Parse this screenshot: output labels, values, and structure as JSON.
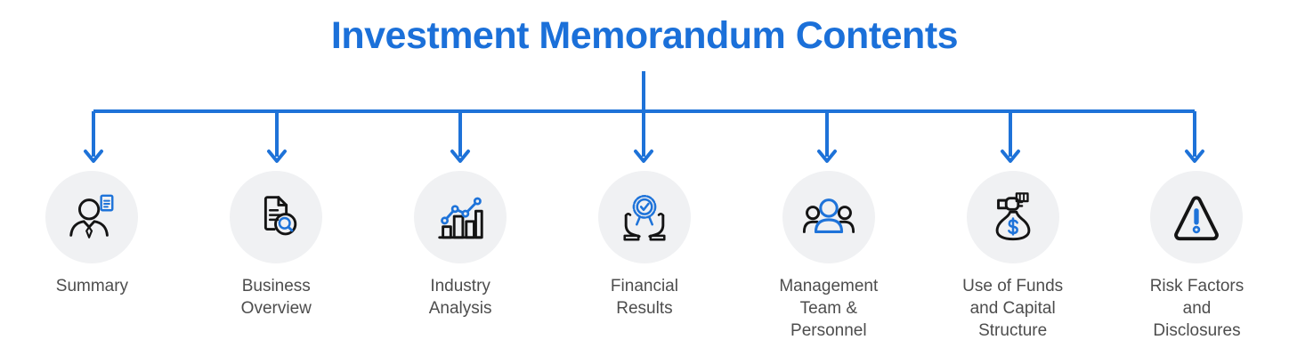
{
  "title": "Investment Memorandum Contents",
  "colors": {
    "accent_blue": "#1B70D9",
    "icon_blue": "#1E73D9",
    "icon_black": "#141414",
    "circle_bg": "#F0F1F3",
    "label_gray": "#4D4D4D"
  },
  "items": [
    {
      "label": "Summary",
      "lines": [
        "Summary"
      ],
      "icon": "person-document-icon"
    },
    {
      "label": "Business Overview",
      "lines": [
        "Business",
        "Overview"
      ],
      "icon": "document-search-icon"
    },
    {
      "label": "Industry Analysis",
      "lines": [
        "Industry",
        "Analysis"
      ],
      "icon": "bar-chart-icon"
    },
    {
      "label": "Financial Results",
      "lines": [
        "Financial",
        "Results"
      ],
      "icon": "award-hands-icon"
    },
    {
      "label": "Management Team & Personnel",
      "lines": [
        "Management",
        "Team &",
        "Personnel"
      ],
      "icon": "team-icon"
    },
    {
      "label": "Use of Funds and Capital Structure",
      "lines": [
        "Use of Funds",
        "and Capital",
        "Structure"
      ],
      "icon": "money-bag-icon"
    },
    {
      "label": "Risk Factors and Disclosures",
      "lines": [
        "Risk Factors",
        "and",
        "Disclosures"
      ],
      "icon": "warning-icon"
    }
  ]
}
